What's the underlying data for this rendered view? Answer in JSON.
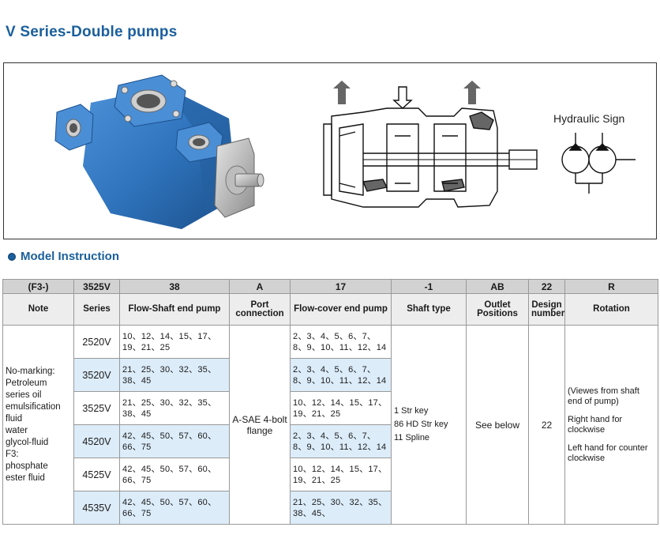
{
  "title": "V Series-Double pumps",
  "figure": {
    "hydraulic_sign_label": "Hydraulic Sign"
  },
  "section_heading": "Model Instruction",
  "table": {
    "codes": [
      "(F3-)",
      "3525V",
      "38",
      "A",
      "17",
      "-1",
      "AB",
      "22",
      "R"
    ],
    "labels": [
      "Note",
      "Series",
      "Flow-Shaft end pump",
      "Port connection",
      "Flow-cover end pump",
      "Shaft type",
      "Outlet Positions",
      "Design number",
      "Rotation"
    ],
    "rows": [
      {
        "series": "2520V",
        "shaft_flow": "10、12、14、15、17、19、21、25",
        "cover_flow": "2、3、4、5、6、7、8、9、10、11、12、14",
        "highlight": false
      },
      {
        "series": "3520V",
        "shaft_flow": "21、25、30、32、35、38、45",
        "cover_flow": "2、3、4、5、6、7、8、9、10、11、12、14",
        "highlight": true
      },
      {
        "series": "3525V",
        "shaft_flow": "21、25、30、32、35、38、45",
        "cover_flow": "10、12、14、15、17、19、21、25",
        "highlight": false
      },
      {
        "series": "4520V",
        "shaft_flow": "42、45、50、57、60、66、75",
        "cover_flow": "2、3、4、5、6、7、8、9、10、11、12、14",
        "highlight": true
      },
      {
        "series": "4525V",
        "shaft_flow": "42、45、50、57、60、66、75",
        "cover_flow": "10、12、14、15、17、19、21、25",
        "highlight": false
      },
      {
        "series": "4535V",
        "shaft_flow": "42、45、50、57、60、66、75",
        "cover_flow": "21、25、30、32、35、38、45、",
        "highlight": true
      }
    ],
    "note": [
      "No-marking:",
      "Petroleum",
      "series oil",
      "emulsification",
      "fluid",
      "water",
      "glycol-fluid",
      "F3:",
      "phosphate",
      "ester fluid"
    ],
    "port_connection": "A-SAE 4-bolt flange",
    "shaft_types": [
      "1 Str key",
      "86 HD Str key",
      "11 Spline"
    ],
    "outlet_positions": "See below",
    "design_number": "22",
    "rotation": {
      "note": "(Viewes from shaft end of pump)",
      "right": "Right hand for clockwise",
      "left": "Left hand for counter clockwise"
    }
  },
  "colors": {
    "title": "#1a5f9c",
    "pump_body": "#2f74bd",
    "row_highlight": "#dcecf9",
    "code_row": "#d2d2d2",
    "label_row": "#ededed"
  }
}
